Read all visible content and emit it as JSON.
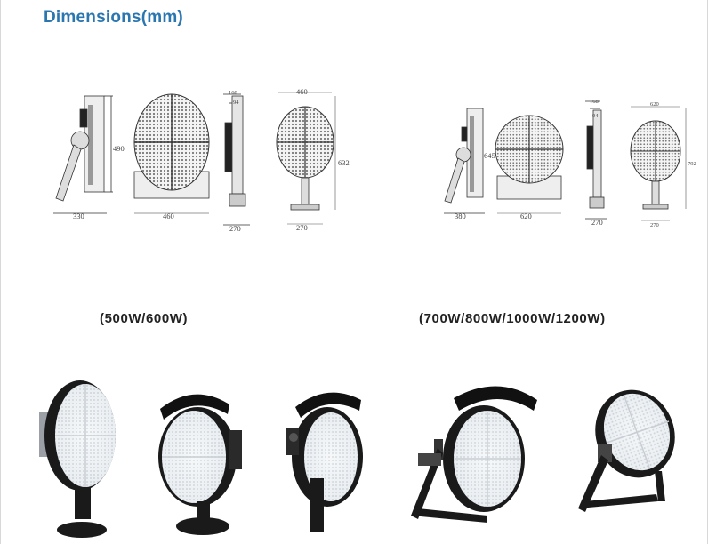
{
  "title": "Dimensions(mm)",
  "groups": [
    {
      "caption": "(500W/600W)",
      "dims": {
        "side_width": "330",
        "side_height": "490",
        "front_width": "460",
        "thin_top_a": "168",
        "thin_top_b": "94",
        "thin_bottom": "270",
        "round_width": "460",
        "round_height": "632",
        "round_base": "270"
      }
    },
    {
      "caption": "(700W/800W/1000W/1200W)",
      "dims": {
        "side_width": "380",
        "side_height": "645",
        "front_width": "620",
        "thin_top_a": "168",
        "thin_top_b": "94",
        "thin_bottom": "270",
        "round_width": "620",
        "round_height": "792",
        "round_base": "270"
      }
    }
  ],
  "colors": {
    "title": "#2a76b0",
    "housing": "#1a1a1a",
    "led_panel": "#e8eef2",
    "line": "#555555"
  }
}
